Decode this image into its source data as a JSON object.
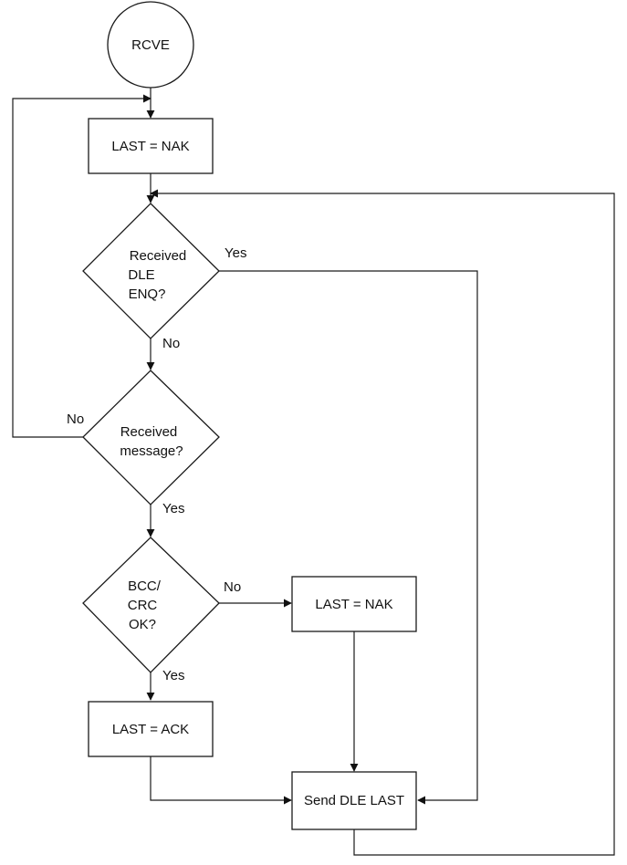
{
  "start": {
    "label": "RCVE"
  },
  "boxes": {
    "last_nak_top": "LAST = NAK",
    "last_nak_right": "LAST = NAK",
    "last_ack": "LAST = ACK",
    "send_dle_last": "Send DLE LAST"
  },
  "decisions": {
    "enq": [
      "Received",
      "DLE",
      "ENQ?"
    ],
    "message": [
      "Received",
      "message?"
    ],
    "bcc": [
      "BCC/",
      "CRC",
      "OK?"
    ]
  },
  "edge_labels": {
    "enq_yes": "Yes",
    "enq_no": "No",
    "message_no": "No",
    "message_yes": "Yes",
    "bcc_no": "No",
    "bcc_yes": "Yes"
  }
}
